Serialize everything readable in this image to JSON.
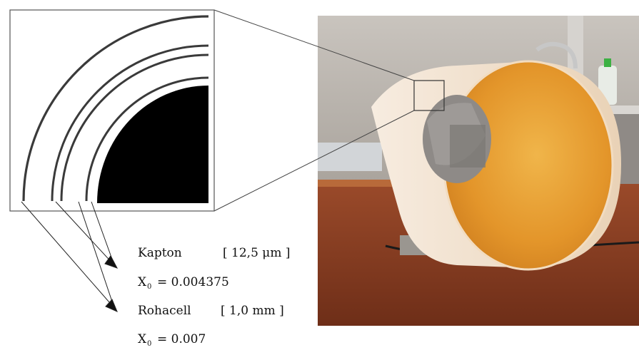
{
  "materials": [
    {
      "name": "Kapton",
      "thickness": "[ 12,5  μm ]",
      "x0_symbol": "X",
      "x0_subscript": "0",
      "x0_value": "=  0.004375"
    },
    {
      "name": "Rohacell",
      "thickness": "[ 1,0  mm ]",
      "x0_symbol": "X",
      "x0_subscript": "0",
      "x0_value": "=  0.007"
    }
  ],
  "colors": {
    "tube_interior": "#e8a23a",
    "tube_exterior": "#f3e6d2",
    "table": "#8a3e22",
    "wall": "#b8b3ad",
    "outline": "#555555"
  }
}
